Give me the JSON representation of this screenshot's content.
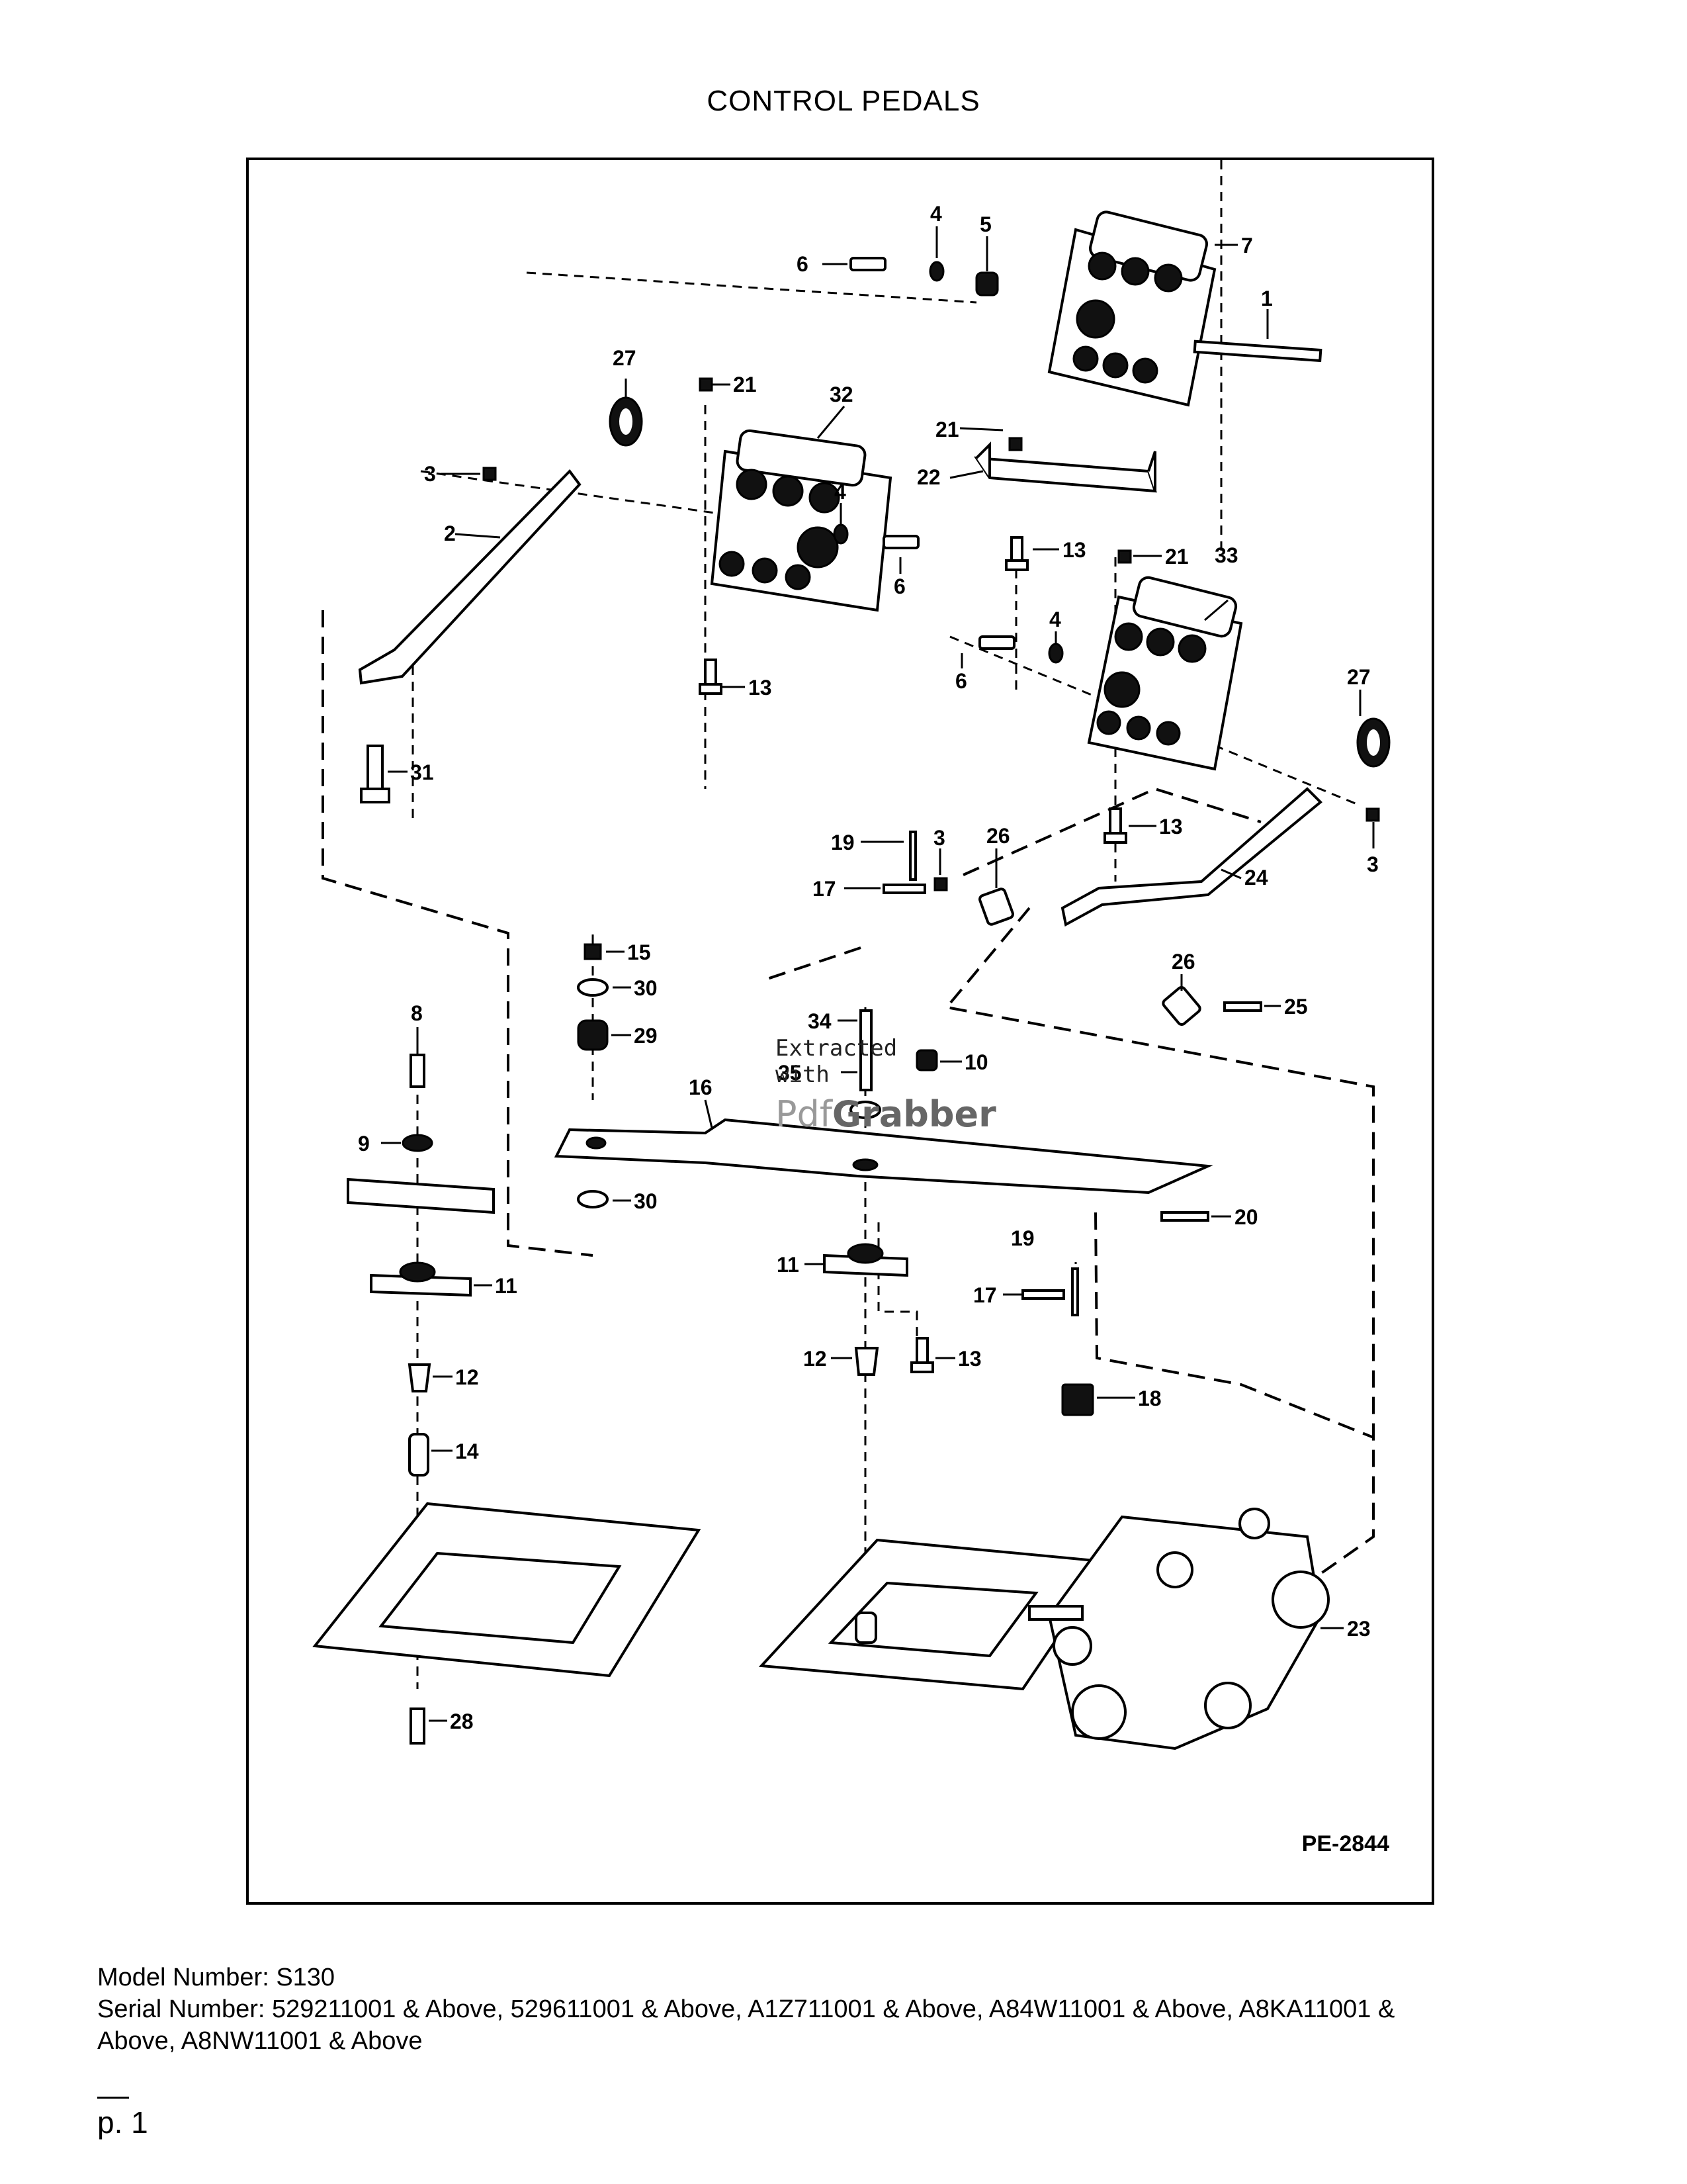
{
  "page": {
    "title": "CONTROL PEDALS",
    "diagram_code": "PE-2844",
    "watermark": {
      "line1": "Extracted",
      "line2": "with",
      "logo_a": "Pdf",
      "logo_b": "Grabber"
    },
    "model_line": "Model Number: S130",
    "serial_line1": "Serial Number: 529211001 & Above, 529611001 & Above, A1Z711001 & Above, A84W11001 & Above, A8KA11001 &",
    "serial_line2": "Above, A8NW11001 & Above",
    "page_number": "p. 1"
  },
  "callouts": [
    {
      "id": "c1",
      "text": "1"
    },
    {
      "id": "c2",
      "text": "2"
    },
    {
      "id": "c3a",
      "text": "3"
    },
    {
      "id": "c3b",
      "text": "3"
    },
    {
      "id": "c3c",
      "text": "3"
    },
    {
      "id": "c4a",
      "text": "4"
    },
    {
      "id": "c4b",
      "text": "4"
    },
    {
      "id": "c4c",
      "text": "4"
    },
    {
      "id": "c5",
      "text": "5"
    },
    {
      "id": "c6a",
      "text": "6"
    },
    {
      "id": "c6b",
      "text": "6"
    },
    {
      "id": "c6c",
      "text": "6"
    },
    {
      "id": "c7",
      "text": "7"
    },
    {
      "id": "c8",
      "text": "8"
    },
    {
      "id": "c9",
      "text": "9"
    },
    {
      "id": "c10",
      "text": "10"
    },
    {
      "id": "c11a",
      "text": "11"
    },
    {
      "id": "c11b",
      "text": "11"
    },
    {
      "id": "c12a",
      "text": "12"
    },
    {
      "id": "c12b",
      "text": "12"
    },
    {
      "id": "c13a",
      "text": "13"
    },
    {
      "id": "c13b",
      "text": "13"
    },
    {
      "id": "c13c",
      "text": "13"
    },
    {
      "id": "c13d",
      "text": "13"
    },
    {
      "id": "c14",
      "text": "14"
    },
    {
      "id": "c15",
      "text": "15"
    },
    {
      "id": "c16",
      "text": "16"
    },
    {
      "id": "c17a",
      "text": "17"
    },
    {
      "id": "c17b",
      "text": "17"
    },
    {
      "id": "c18",
      "text": "18"
    },
    {
      "id": "c19a",
      "text": "19"
    },
    {
      "id": "c19b",
      "text": "19"
    },
    {
      "id": "c20",
      "text": "20"
    },
    {
      "id": "c21a",
      "text": "21"
    },
    {
      "id": "c21b",
      "text": "21"
    },
    {
      "id": "c21c",
      "text": "21"
    },
    {
      "id": "c22",
      "text": "22"
    },
    {
      "id": "c23",
      "text": "23"
    },
    {
      "id": "c24",
      "text": "24"
    },
    {
      "id": "c25",
      "text": "25"
    },
    {
      "id": "c26a",
      "text": "26"
    },
    {
      "id": "c26b",
      "text": "26"
    },
    {
      "id": "c27a",
      "text": "27"
    },
    {
      "id": "c27b",
      "text": "27"
    },
    {
      "id": "c28",
      "text": "28"
    },
    {
      "id": "c29",
      "text": "29"
    },
    {
      "id": "c30a",
      "text": "30"
    },
    {
      "id": "c30b",
      "text": "30"
    },
    {
      "id": "c31",
      "text": "31"
    },
    {
      "id": "c32",
      "text": "32"
    },
    {
      "id": "c33",
      "text": "33"
    },
    {
      "id": "c34",
      "text": "34"
    },
    {
      "id": "c35",
      "text": "35"
    }
  ]
}
